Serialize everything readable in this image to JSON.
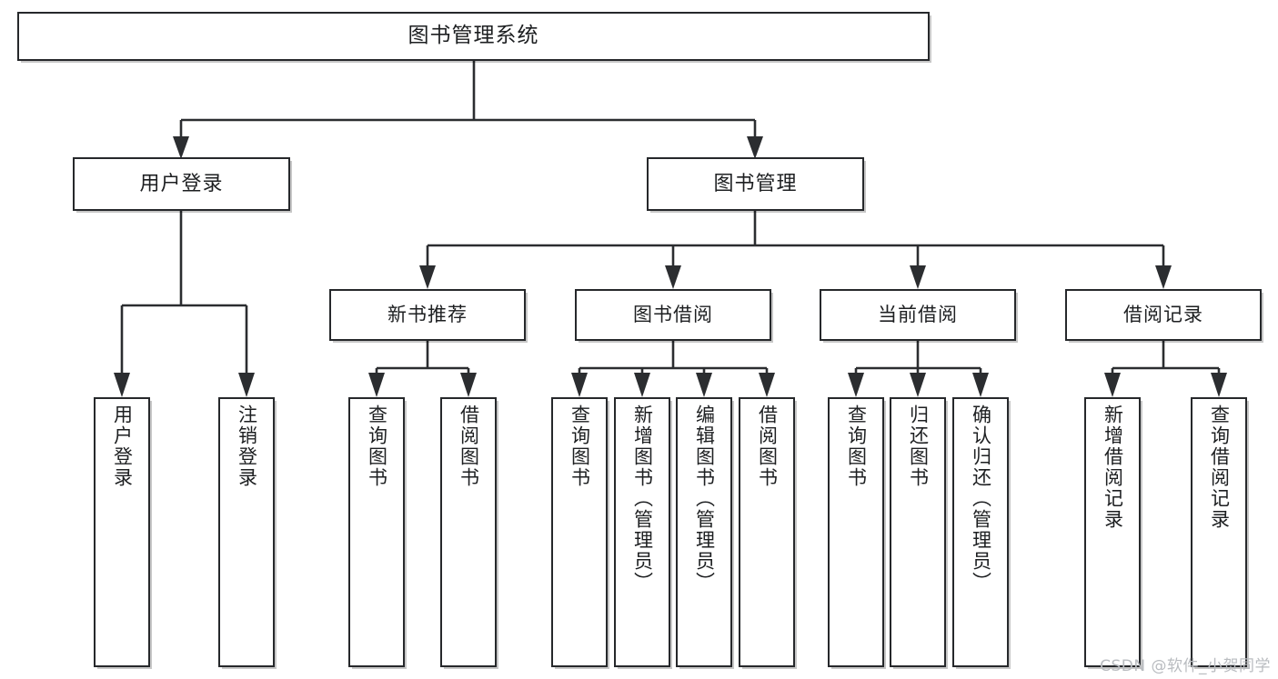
{
  "diagram": {
    "type": "tree",
    "title": "图书管理系统",
    "root": {
      "label": "图书管理系统"
    },
    "level2": [
      {
        "label": "用户登录"
      },
      {
        "label": "图书管理"
      }
    ],
    "level3": [
      {
        "label": "新书推荐"
      },
      {
        "label": "图书借阅"
      },
      {
        "label": "当前借阅"
      },
      {
        "label": "借阅记录"
      }
    ],
    "leaves": {
      "user_login": [
        {
          "label": "用户登录"
        },
        {
          "label": "注销登录"
        }
      ],
      "new_book_recommend": [
        {
          "label": "查询图书"
        },
        {
          "label": "借阅图书"
        }
      ],
      "book_borrow": [
        {
          "label": "查询图书"
        },
        {
          "label": "新增图书（管理员）"
        },
        {
          "label": "编辑图书（管理员）"
        },
        {
          "label": "借阅图书"
        }
      ],
      "current_borrow": [
        {
          "label": "查询图书"
        },
        {
          "label": "归还图书"
        },
        {
          "label": "确认归还（管理员）"
        }
      ],
      "borrow_record": [
        {
          "label": "新增借阅记录"
        },
        {
          "label": "查询借阅记录"
        }
      ]
    }
  },
  "watermark": {
    "text": "CSDN @软件_小贺同学"
  },
  "colors": {
    "border": "#26282b",
    "text": "#1d1f21",
    "connector": "#2b2d30",
    "background": "#ffffff",
    "watermark": "#b9bcc0"
  }
}
